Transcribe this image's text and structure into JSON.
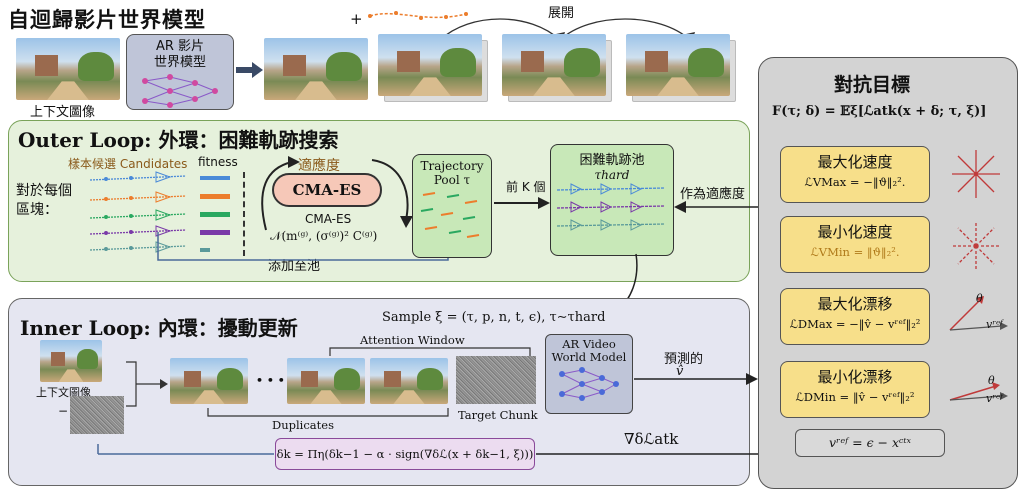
{
  "title": "自迴歸影片世界模型",
  "top": {
    "context_label": "上下文圖像",
    "ar_model_label": "AR 影片\n世界模型",
    "plus_sign": "+",
    "expand_label": "展開"
  },
  "outer_loop": {
    "title": "Outer Loop: 外環：困難軌跡搜索",
    "candidates_label": "樣本候選 Candidates",
    "fitness_label": "fitness",
    "per_region_label": "對於每個\n區塊：",
    "fitness_word": "適應度",
    "cma_button": "CMA-ES",
    "cma_sub": "CMA-ES",
    "cma_formula": "𝒩(m⁽ᵍ⁾, (σ⁽ᵍ⁾)² C⁽ᵍ⁾)",
    "add_to_pool": "添加至池",
    "trajectory_pool": "Trajectory\nPool τ",
    "top_k": "前 K 個",
    "hard_pool_title": "困難軌跡池",
    "hard_pool_sym": "τhard",
    "as_fitness": "作為適應度"
  },
  "inner_loop": {
    "title": "Inner Loop: 內環：擾動更新",
    "sample": "Sample ξ = (τ, p, n, t, ϵ),   τ∼τhard",
    "attention_window": "Attention Window",
    "context_label": "上下文圖像",
    "minus": "−",
    "ellipsis": "• • •",
    "duplicates": "Duplicates",
    "target_chunk": "Target Chunk",
    "ar_video": "AR Video\nWorld Model",
    "predicted": "預測的",
    "v_hat": "v̂",
    "grad": "∇δℒatk",
    "update": "δk = Πη(δk−1 − α · sign(∇δℒ(x + δk−1, ξ)))"
  },
  "objective": {
    "title": "對抗目標",
    "formula": "F(τ; δ) = 𝔼ξ[ℒatk(x + δ; τ, ξ)]",
    "cards": [
      {
        "title": "最大化速度",
        "formula": "ℒVMax = −‖ϑ‖₂²."
      },
      {
        "title": "最小化速度",
        "formula": "ℒVMin = ‖ϑ‖₂²."
      },
      {
        "title": "最大化漂移",
        "formula": "ℒDMax = −‖v̂ − vʳᵉᶠ‖₂²"
      },
      {
        "title": "最小化漂移",
        "formula": "ℒDMin = ‖v̂ − vʳᵉᶠ‖₂²"
      }
    ],
    "theta": "θ",
    "vref_label": "vʳᵉᶠ",
    "vref_formula": "vʳᵉᶠ = ϵ − xᶜᵗˣ"
  },
  "colors": {
    "outer_bg": "#e6f1dc",
    "inner_bg": "#e5e6f1",
    "panel_bg": "#d3d3d3",
    "card_bg": "#f7df8a",
    "arrow_red": "#c03a3a",
    "fitness_bars": [
      "#4a8ad8",
      "#ec7d2c",
      "#2aa860",
      "#7a3aa8",
      "#5a9a9a"
    ]
  }
}
